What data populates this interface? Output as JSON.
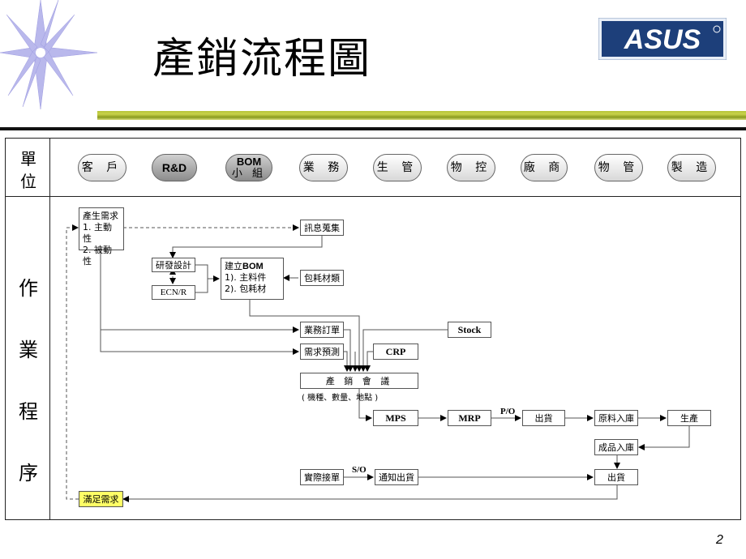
{
  "title": "產銷流程圖",
  "logo_text": "ASUS",
  "page_number": "2",
  "header_col": [
    "單",
    "位"
  ],
  "body_col": [
    "作",
    "業",
    "程",
    "序"
  ],
  "units": [
    "客 戶",
    "R&D",
    "BOM",
    "小 組",
    "業 務",
    "生 管",
    "物 控",
    "廠 商",
    "物 管",
    "製 造"
  ],
  "nodes": {
    "demand_title": "產生需求",
    "demand_1": "1. 主動性",
    "demand_2": "2. 被動性",
    "info": "訊息蒐集",
    "rnd_design": "研發設計",
    "ecn": "ECN/R",
    "bom_title": "建立",
    "bom_bold": "BOM",
    "bom_1": "1). 主料件",
    "bom_2": "2). 包耗材",
    "packing": "包耗材類",
    "stock": "Stock",
    "order": "業務訂單",
    "crp": "CRP",
    "forecast": "需求預測",
    "meeting": "產 銷 會 議",
    "meeting_note": "( 機種、數量、地點 )",
    "mps": "MPS",
    "mrp": "MRP",
    "po": "P/O",
    "ship_order": "出貨",
    "raw_in": "原料入庫",
    "production": "生產",
    "fg_in": "成品入庫",
    "so": "S/O",
    "actual_order": "實際接單",
    "notify": "通知出貨",
    "ship_out": "出貨",
    "satisfy": "滿足需求"
  },
  "colors": {
    "highlight": "#ffff66",
    "band": "#b7c43a"
  }
}
